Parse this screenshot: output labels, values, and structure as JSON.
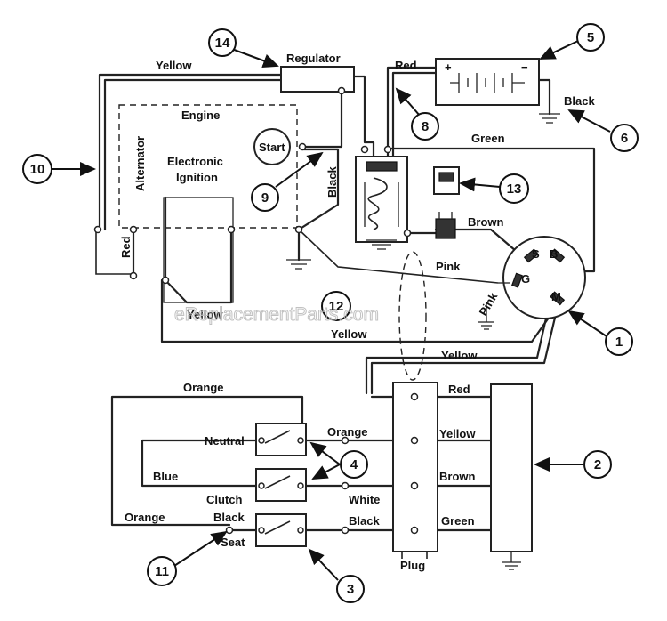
{
  "components": {
    "regulator": "Regulator",
    "engine": "Engine",
    "start": "Start",
    "alternator": "Alternator",
    "electronic": "Electronic",
    "ignition": "Ignition",
    "neutral": "Neutral",
    "clutch": "Clutch",
    "seat": "Seat",
    "plug": "Plug"
  },
  "battery": {
    "plus": "+",
    "minus": "−"
  },
  "solenoid_terminals": {
    "s": "S",
    "b": "B",
    "g": "G",
    "m": "M"
  },
  "wire_labels": {
    "yellow_top": "Yellow",
    "red_battery": "Red",
    "black_ground": "Black",
    "green_top": "Green",
    "black_vertical": "Black",
    "red_alternator": "Red",
    "brown_solenoid": "Brown",
    "pink": "Pink",
    "pink_vertical": "Pink",
    "yellow_ignition": "Yellow",
    "yellow_loop": "Yellow",
    "yellow_right": "Yellow",
    "orange_top": "Orange",
    "red_plug": "Red",
    "orange_mid": "Orange",
    "yellow_plug": "Yellow",
    "blue": "Blue",
    "brown_plug": "Brown",
    "white": "White",
    "orange_left": "Orange",
    "black_seat": "Black",
    "black_plug": "Black",
    "green_plug": "Green"
  },
  "callouts": [
    "1",
    "2",
    "3",
    "4",
    "5",
    "6",
    "8",
    "9",
    "10",
    "11",
    "12",
    "13",
    "14"
  ],
  "watermark": "eReplacementParts.com"
}
